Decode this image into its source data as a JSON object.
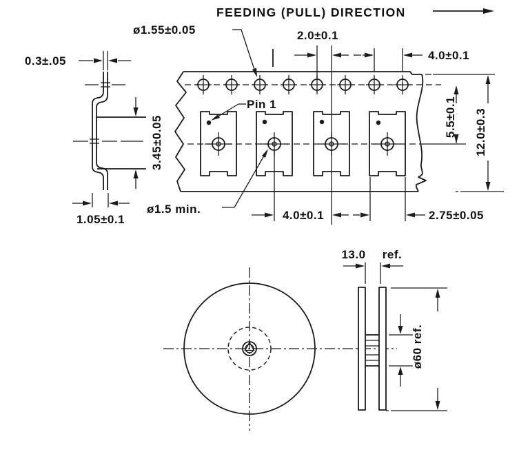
{
  "drawing": {
    "title": "FEEDING (PULL) DIRECTION",
    "colors": {
      "line": "#1a1a1a",
      "text": "#111111",
      "background": "#ffffff"
    },
    "views": {
      "component_side": {
        "pin_thickness": "0.3±.05",
        "body_height": "3.45±0.05",
        "foot_width": "1.05±0.1"
      },
      "carrier_tape": {
        "sprocket_hole_dia": "ø1.55±0.05",
        "hole_to_pocket_offset": "2.0±0.1",
        "sprocket_pitch": "4.0±0.1",
        "pin1_label": "Pin 1",
        "pocket_hole_dia": "ø1.5 min.",
        "pocket_pitch": "4.0±0.1",
        "pocket_width": "2.75±0.05",
        "sprocket_cl_to_pocket_cl": "5.5±0.1",
        "tape_width": "12.0±0.3"
      },
      "reel": {
        "inner_width": "13.0",
        "inner_width_ref": "ref.",
        "hub_dia": "ø60 ref."
      }
    }
  }
}
